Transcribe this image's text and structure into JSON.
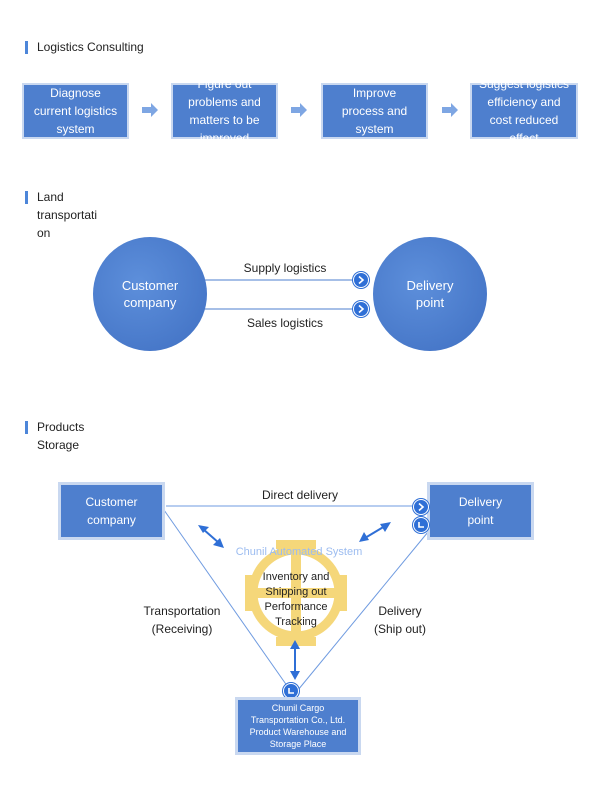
{
  "sections": {
    "consulting": {
      "title": "Logistics Consulting",
      "steps": [
        "Diagnose current logistics system",
        "Figure out problems and matters to be improved",
        "Improve process and system",
        "Suggest logistics efficiency and cost reduced effect"
      ]
    },
    "land": {
      "title_line1": "Land",
      "title_line2": "transportati",
      "title_line3": "on",
      "left_circle": "Customer company",
      "right_circle": "Delivery point",
      "top_label": "Supply logistics",
      "bottom_label": "Sales logistics"
    },
    "storage": {
      "title_line1": "Products",
      "title_line2": "Storage",
      "customer_box": "Customer company",
      "delivery_box": "Delivery point",
      "direct_label": "Direct delivery",
      "system_label": "Chunil Automated System",
      "center_text": "Inventory and Shipping out Performance Tracking",
      "left_label_1": "Transportation",
      "left_label_2": "(Receiving)",
      "right_label_1": "Delivery",
      "right_label_2": "(Ship out)",
      "warehouse_box": "Chunil Cargo Transportation Co., Ltd. Product Warehouse and Storage Place"
    }
  },
  "colors": {
    "accent": "#4d86d9",
    "box": "#4e7fce",
    "box_border": "#c9d8f0",
    "circle": "#4a7dcf",
    "dot": "#2f6fd6",
    "gear": "#f5d77a",
    "line": "#6f9be0"
  },
  "icons": {
    "step_arrow": "double-chevron-right-icon",
    "dot_arrow": "chevron-right-circle-icon",
    "double_arrow": "double-headed-arrow-icon",
    "gear": "gear-emblem-icon"
  }
}
